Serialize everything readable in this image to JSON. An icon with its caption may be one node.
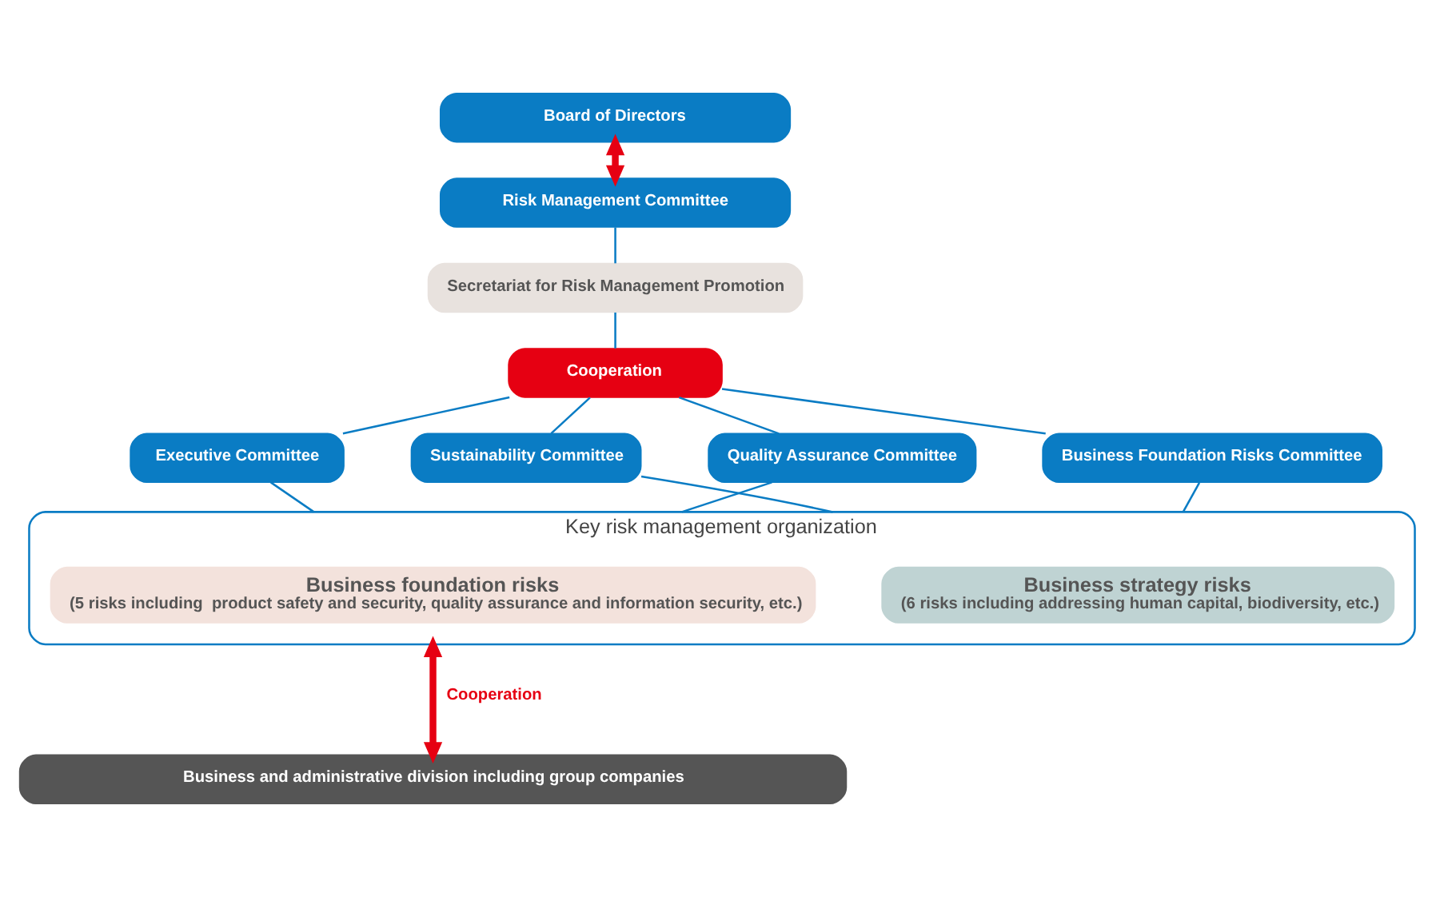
{
  "diagram": {
    "nodes": [
      {
        "text": [
          "Board of Directors"
        ]
      },
      {
        "text": [
          "Risk Management Committee"
        ]
      },
      {
        "text": [
          "Secretariat for Risk Management Promotion"
        ]
      },
      {
        "text": [
          "Cooperation"
        ]
      },
      {
        "text": [
          "Executive Committee"
        ]
      },
      {
        "text": [
          "Sustainability Committee"
        ]
      },
      {
        "text": [
          "Quality Assurance Committee"
        ]
      },
      {
        "text": [
          "Business Foundation Risks Committee"
        ]
      },
      {
        "text": [
          "Key risk management organization"
        ]
      },
      {
        "text": [
          "Business strategy risks",
          "(6 risks including addressing human capital, biodiversity, etc.)"
        ],
        "in": 8
      },
      {
        "text": [
          "Business foundation risks",
          "(5 risks including  product safety and security, quality assurance and information security, etc.)"
        ],
        "in": 8
      },
      {
        "text": [
          "Business and administrative division including group companies"
        ]
      }
    ],
    "edges": [
      {
        "from": 0,
        "to": 1,
        "arrow": "both",
        "style": "thick",
        "color": "#e60012"
      },
      {
        "from": 1,
        "to": 2,
        "arrow": "none"
      },
      {
        "from": 2,
        "to": 3,
        "arrow": "none"
      },
      {
        "from": 3,
        "to": 4,
        "arrow": "none"
      },
      {
        "from": 3,
        "to": 5,
        "arrow": "none"
      },
      {
        "from": 3,
        "to": 6,
        "arrow": "none"
      },
      {
        "from": 3,
        "to": 7,
        "arrow": "none"
      },
      {
        "from": 4,
        "to": 8,
        "arrow": "none"
      },
      {
        "from": 5,
        "to": 8,
        "arrow": "none"
      },
      {
        "from": 6,
        "to": 8,
        "arrow": "none"
      },
      {
        "from": 7,
        "to": 8,
        "arrow": "none"
      },
      {
        "from": 8,
        "to": 11,
        "arrow": "both",
        "label": "Cooperation",
        "style": "thick",
        "color": "#e60012"
      }
    ]
  }
}
